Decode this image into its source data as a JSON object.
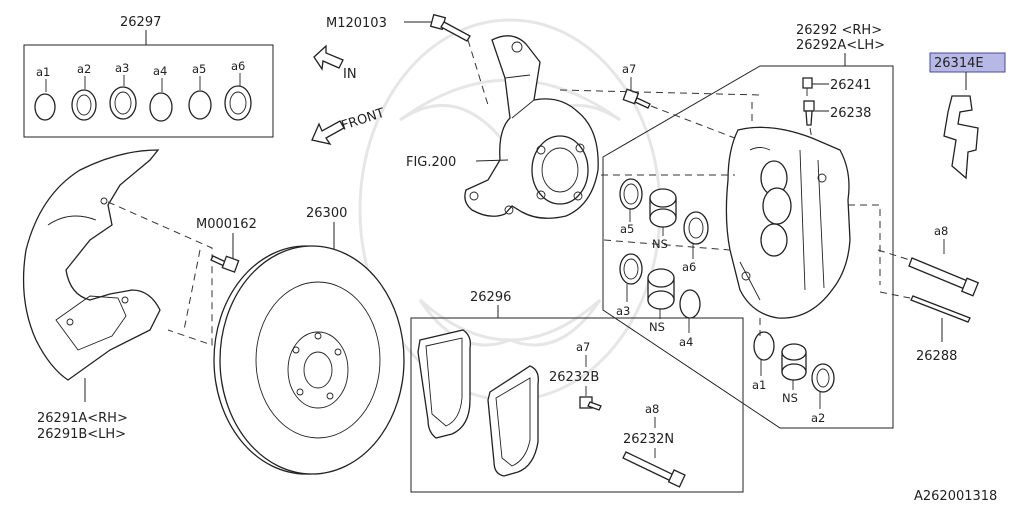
{
  "diagram_id": "A262001318",
  "labels": {
    "p26297": "26297",
    "a1": "a1",
    "a2": "a2",
    "a3": "a3",
    "a4": "a4",
    "a5": "a5",
    "a6": "a6",
    "a7": "a7",
    "a8": "a8",
    "m120103": "M120103",
    "in": "IN",
    "front": "FRONT",
    "fig200": "FIG.200",
    "rh_caliper_1": "26292 <RH>",
    "rh_caliper_2": "26292A<LH>",
    "p26241": "26241",
    "p26238": "26238",
    "p26314e": "26314E",
    "m000162": "M000162",
    "p26300": "26300",
    "ns": "NS",
    "p26296": "26296",
    "p26232b": "26232B",
    "p26232n": "26232N",
    "p26288": "26288",
    "cover_1": "26291A<RH>",
    "cover_2": "26291B<LH>"
  },
  "highlight_color": "#b8b8e6"
}
